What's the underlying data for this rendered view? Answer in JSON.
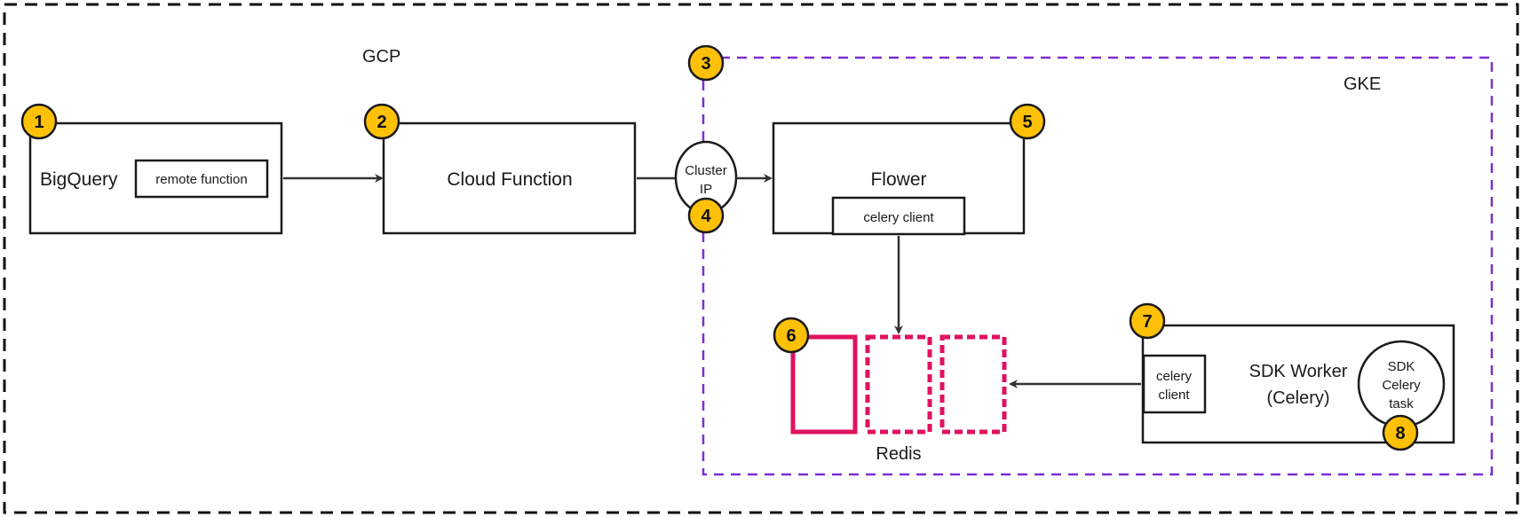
{
  "regions": {
    "gcp": "GCP",
    "gke": "GKE"
  },
  "nodes": {
    "bigquery": {
      "label": "BigQuery",
      "sub": "remote function"
    },
    "cloud_function": {
      "label": "Cloud Function"
    },
    "cluster_ip": {
      "line1": "Cluster",
      "line2": "IP"
    },
    "flower": {
      "label": "Flower",
      "sub": "celery client"
    },
    "redis": {
      "label": "Redis"
    },
    "sdk_worker": {
      "line1": "SDK Worker",
      "line2": "(Celery)",
      "client_line1": "celery",
      "client_line2": "client",
      "task_line1": "SDK",
      "task_line2": "Celery",
      "task_line3": "task"
    }
  },
  "badges": [
    "1",
    "2",
    "3",
    "4",
    "5",
    "6",
    "7",
    "8"
  ],
  "colors": {
    "badge_fill": "#FFC107",
    "gke_border": "#7B2FD0",
    "redis": "#E0115F",
    "outline": "#1a1a1a",
    "arrow": "#333333"
  }
}
